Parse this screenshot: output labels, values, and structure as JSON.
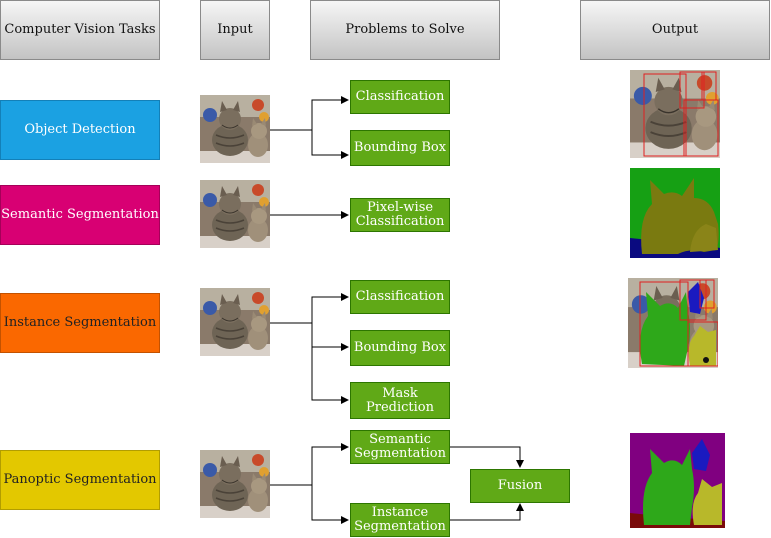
{
  "headers": {
    "tasks": "Computer Vision Tasks",
    "input": "Input",
    "problems": "Problems to Solve",
    "output": "Output"
  },
  "tasks": {
    "object_detection": "Object Detection",
    "semantic_segmentation": "Semantic Segmentation",
    "instance_segmentation": "Instance Segmentation",
    "panoptic_segmentation": "Panoptic Segmentation"
  },
  "problems": {
    "od_classification": "Classification",
    "od_bounding_box": "Bounding Box",
    "ss_pixelwise": "Pixel-wise Classification",
    "is_classification": "Classification",
    "is_bounding_box": "Bounding Box",
    "is_mask_prediction": "Mask Prediction",
    "ps_semantic": "Semantic Segmentation",
    "ps_instance": "Instance Segmentation",
    "ps_fusion": "Fusion"
  },
  "colors": {
    "object_detection": "#1ba1e2",
    "semantic_segmentation": "#d80073",
    "instance_segmentation": "#fa6800",
    "panoptic_segmentation": "#e3c800",
    "problem": "#60a917"
  },
  "icons": {
    "input_image": "cats-photo",
    "od_output": "cats-with-bounding-boxes",
    "ss_output": "semantic-mask",
    "is_output": "instance-masks",
    "ps_output": "panoptic-mask"
  }
}
